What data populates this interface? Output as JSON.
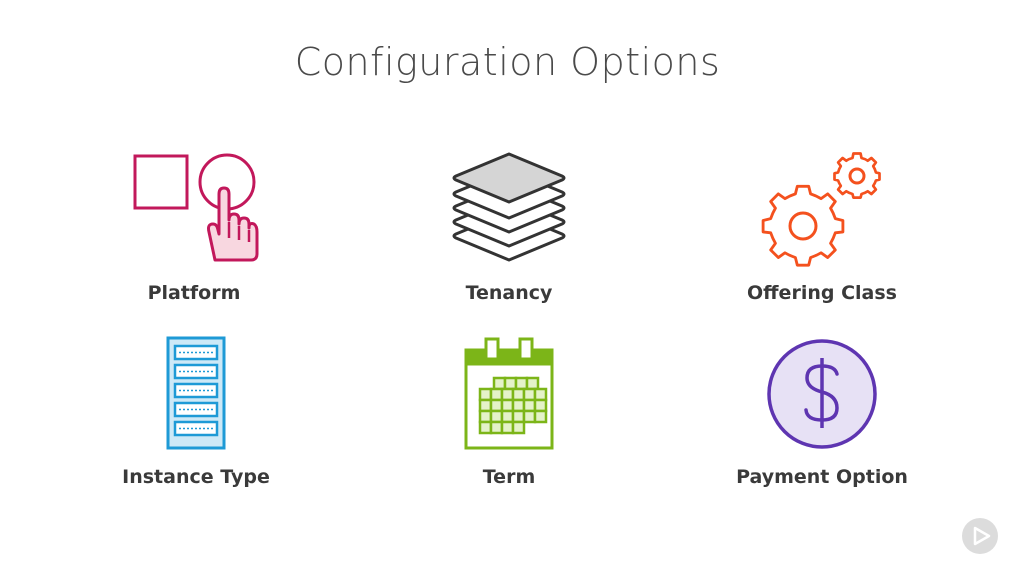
{
  "title": "Configuration Options",
  "items": [
    {
      "label": "Platform",
      "icon": "platform-icon",
      "color": "#c2185b"
    },
    {
      "label": "Tenancy",
      "icon": "tenancy-layers-icon",
      "color": "#333333"
    },
    {
      "label": "Offering Class",
      "icon": "gears-icon",
      "color": "#f4511e"
    },
    {
      "label": "Instance Type",
      "icon": "server-rack-icon",
      "color": "#1e9ad6"
    },
    {
      "label": "Term",
      "icon": "calendar-icon",
      "color": "#7cb518"
    },
    {
      "label": "Payment Option",
      "icon": "dollar-coin-icon",
      "color": "#5e35b1"
    }
  ],
  "play_badge_icon": "play-icon"
}
